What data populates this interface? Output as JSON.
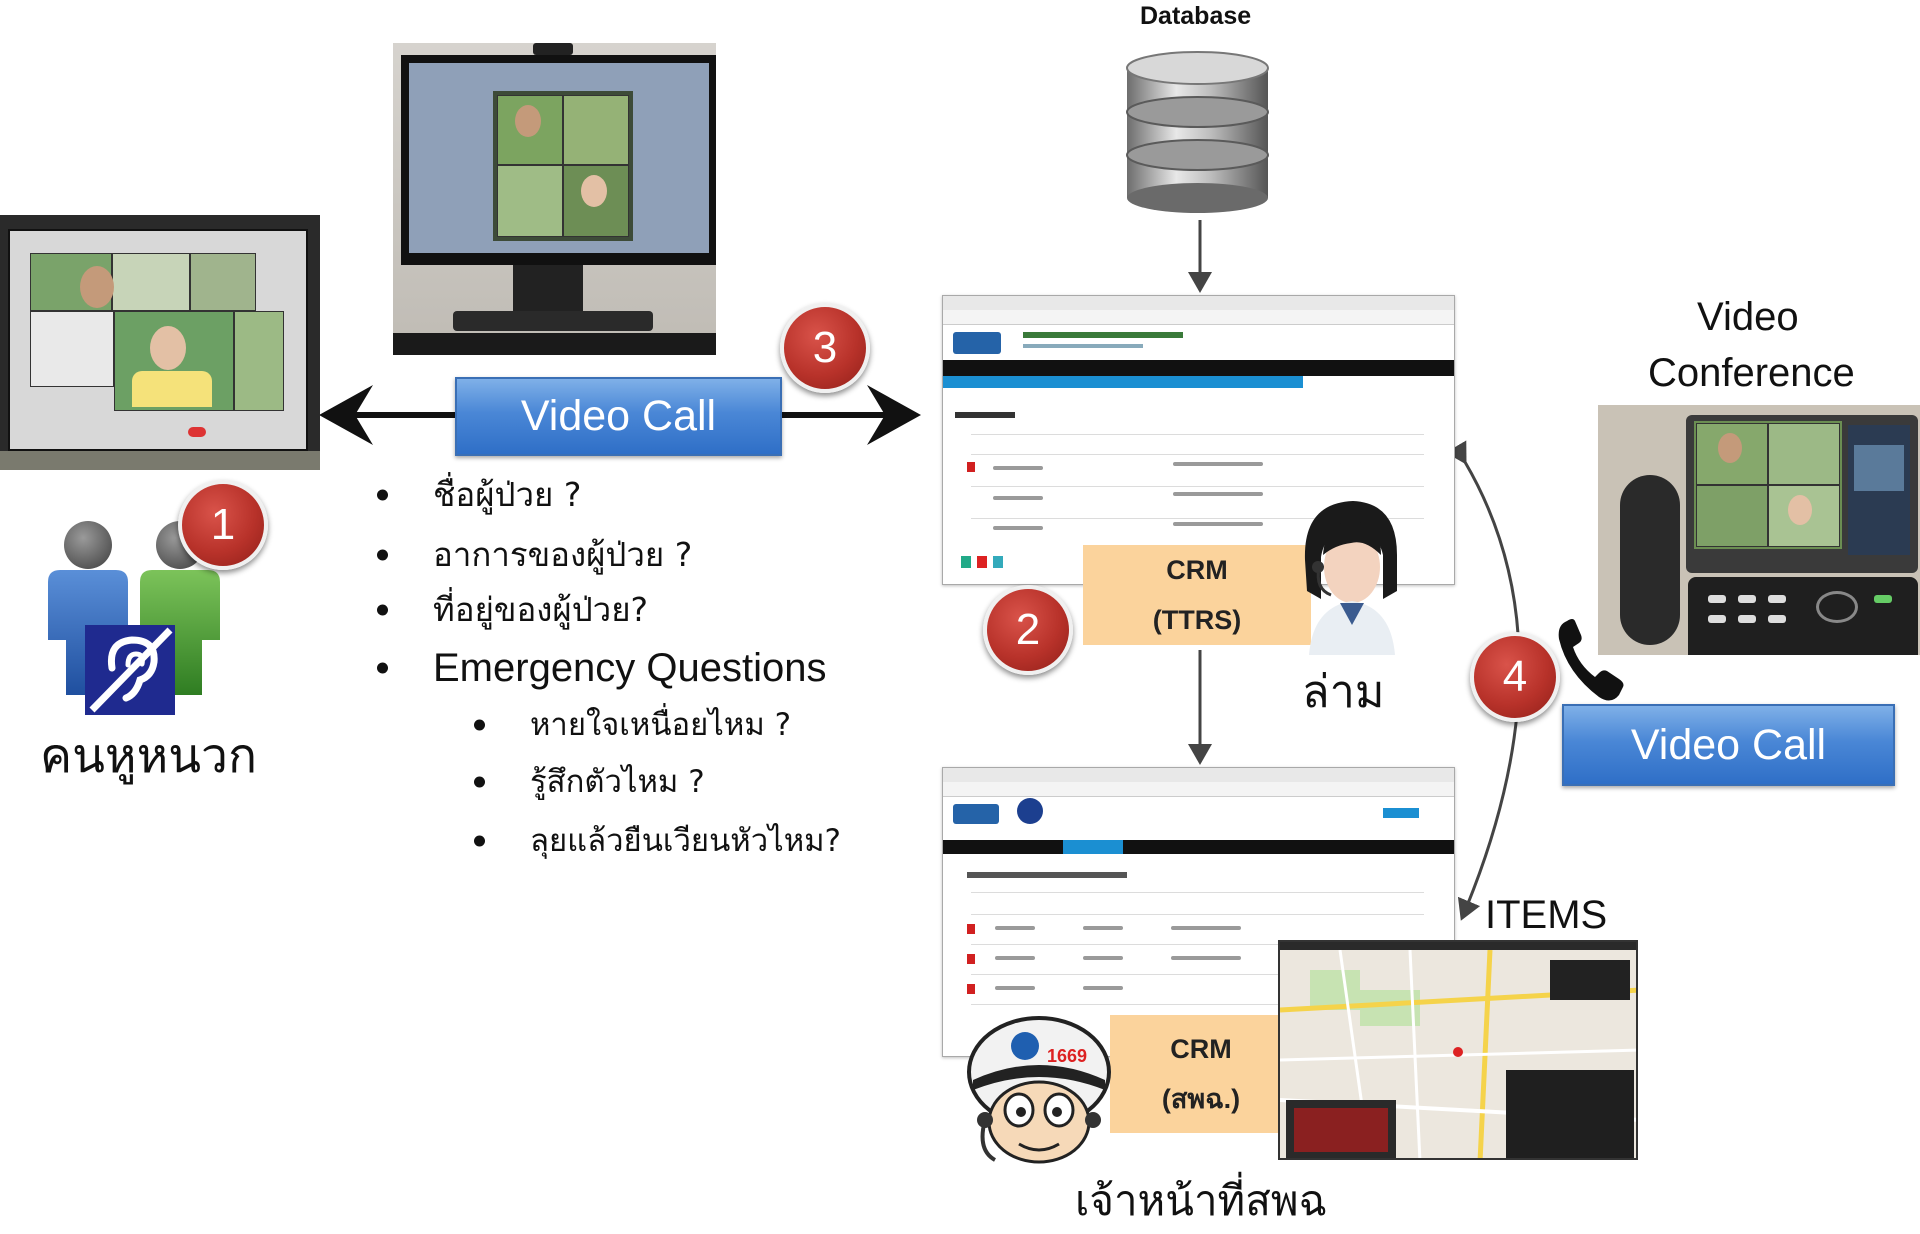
{
  "database": {
    "label": "Database"
  },
  "video_call_left": {
    "label": "Video Call"
  },
  "video_call_right": {
    "label": "Video Call"
  },
  "video_conference": {
    "line1": "Video",
    "line2": "Conference"
  },
  "badges": {
    "b1": "1",
    "b2": "2",
    "b3": "3",
    "b4": "4"
  },
  "deaf_user": {
    "label": "คนหูหนวก"
  },
  "interpreter": {
    "label": "ล่าม"
  },
  "officer": {
    "label": "เจ้าหน้าที่สพฉ",
    "badge_text": "1669"
  },
  "crm_ttrs": {
    "line1": "CRM",
    "line2": "(TTRS)"
  },
  "crm_nemsi": {
    "line1": "CRM",
    "line2": "(สพฉ.)"
  },
  "items_label": "ITEMS",
  "questions": [
    "ชื่อผู้ป่วย ?",
    "อาการของผู้ป่วย ?",
    "ที่อยู่ของผู้ป่วย?",
    "Emergency Questions"
  ],
  "sub_questions": [
    "หายใจเหนื่อยไหม ?",
    "รู้สึกตัวไหม ?",
    "ลุยแล้วยืนเวียนหัวไหม?"
  ],
  "colors": {
    "badge": "#b8322a",
    "button_blue": "#4a87d6",
    "crm_orange": "#fbd39c",
    "arrow": "#111111"
  }
}
